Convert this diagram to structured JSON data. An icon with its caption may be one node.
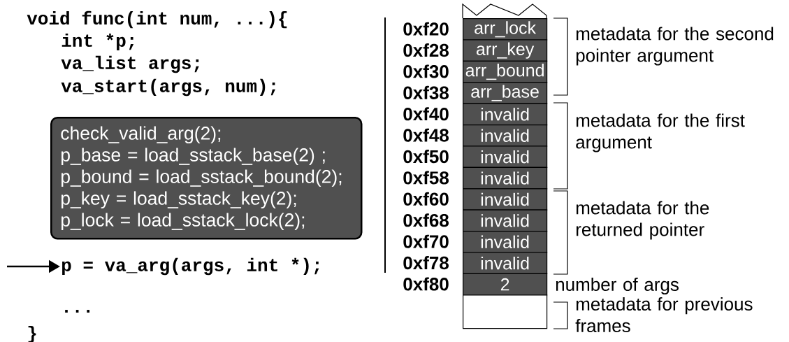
{
  "diagram": {
    "nodes": [
      {
        "text": [
          "check_valid_arg(2);",
          "p_base = load_sstack_base(2) ;",
          "p_bound = load_sstack_bound(2);",
          "p_key = load_sstack_key(2);",
          "p_lock = load_sstack_lock(2);"
        ]
      },
      {
        "text": [
          "p = va_arg(args, int *);"
        ]
      },
      {
        "text": [
          "arr_lock"
        ]
      },
      {
        "text": [
          "arr_key"
        ]
      },
      {
        "text": [
          "arr_bound"
        ]
      },
      {
        "text": [
          "arr_base"
        ]
      },
      {
        "text": [
          "invalid"
        ]
      },
      {
        "text": [
          "invalid"
        ]
      },
      {
        "text": [
          "invalid"
        ]
      },
      {
        "text": [
          "invalid"
        ]
      },
      {
        "text": [
          "invalid"
        ]
      },
      {
        "text": [
          "invalid"
        ]
      },
      {
        "text": [
          "invalid"
        ]
      },
      {
        "text": [
          "invalid"
        ]
      },
      {
        "text": [
          "2"
        ]
      },
      {
        "text": [],
        "shape": "box"
      }
    ],
    "edges": [
      {
        "from": null,
        "to": 1,
        "arrow": "to"
      }
    ],
    "labels": [
      "void func(int num, ...){",
      "int *p;",
      "va_list args;",
      "va_start(args, num);",
      "...",
      "}",
      "0xf20",
      "0xf28",
      "0xf30",
      "0xf38",
      "0xf40",
      "0xf48",
      "0xf50",
      "0xf58",
      "0xf60",
      "0xf68",
      "0xf70",
      "0xf78",
      "0xf80",
      "metadata for the second pointer argument",
      "metadata for the first argument",
      "metadata for the returned pointer",
      "number of args",
      "metadata for previous frames"
    ]
  }
}
